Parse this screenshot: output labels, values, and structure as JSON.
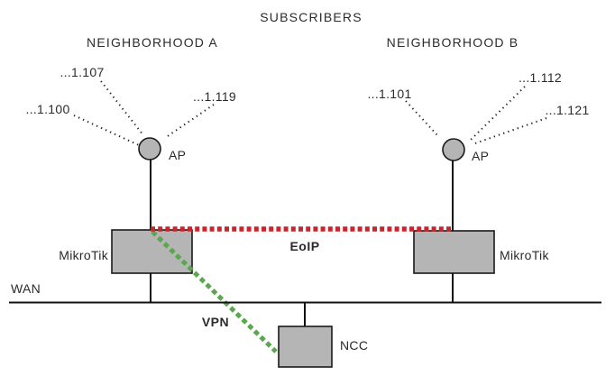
{
  "title": "SUBSCRIBERS",
  "colors": {
    "box_fill": "#b5b5b5",
    "box_border": "#1a1a1a",
    "line_black": "#111111",
    "dot_black": "#222222",
    "eoip_red": "#c9242c",
    "vpn_green": "#5aa74e",
    "text": "#2b2b2b"
  },
  "neighborhood_a": {
    "label": "NEIGHBORHOOD A",
    "subscribers": [
      "...1.107",
      "...1.100",
      "...1.119"
    ],
    "ap_label": "AP",
    "router_label": "MikroTik"
  },
  "neighborhood_b": {
    "label": "NEIGHBORHOOD B",
    "subscribers": [
      "...1.101",
      "...1.112",
      "...1.121"
    ],
    "ap_label": "AP",
    "router_label": "MikroTik"
  },
  "links": {
    "eoip_label": "EoIP",
    "vpn_label": "VPN",
    "wan_label": "WAN"
  },
  "ncc_label": "NCC"
}
